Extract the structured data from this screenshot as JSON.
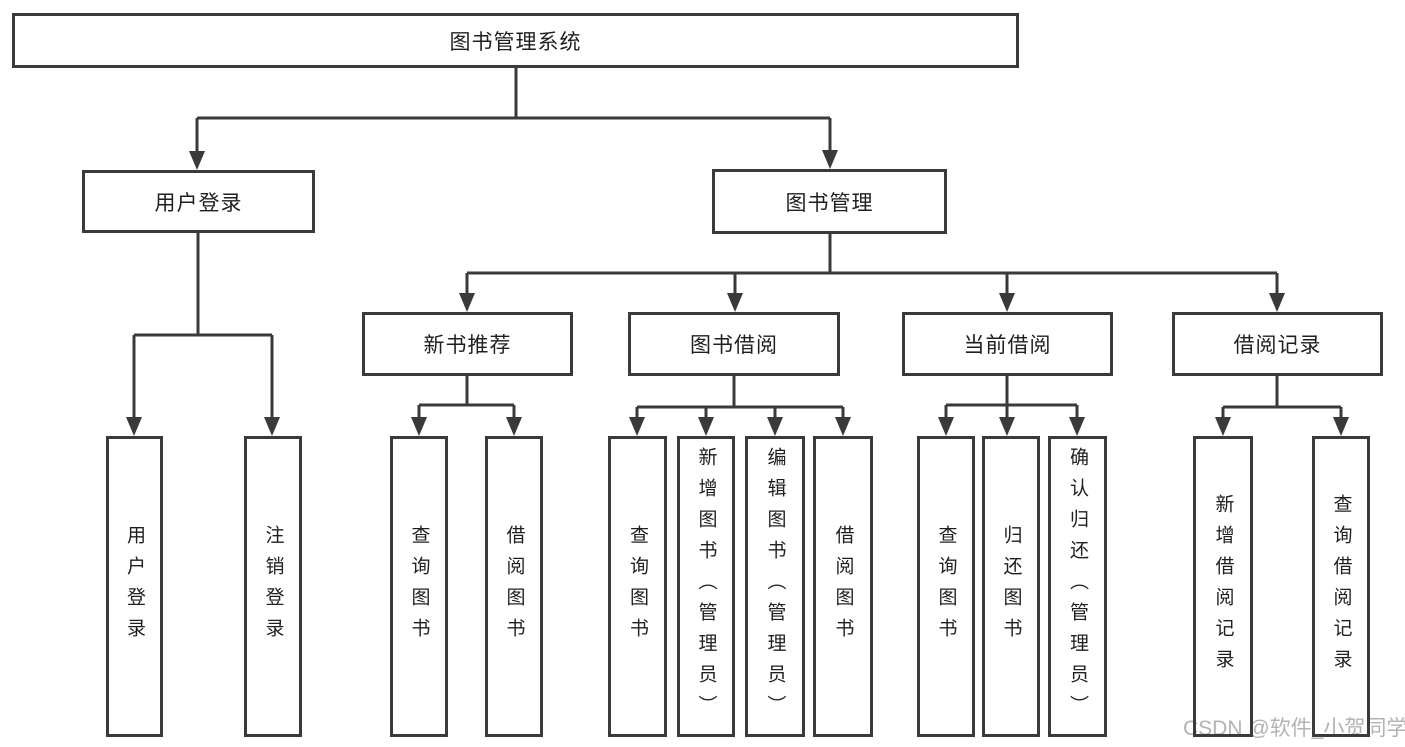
{
  "nodes": {
    "root": "图书管理系统",
    "userLogin": {
      "label": "用户登录",
      "children": [
        "用户登录",
        "注销登录"
      ]
    },
    "bookManagement": {
      "label": "图书管理"
    },
    "newBookRecommend": {
      "label": "新书推荐",
      "children": [
        "查询图书",
        "借阅图书"
      ]
    },
    "bookBorrow": {
      "label": "图书借阅",
      "children": [
        "查询图书",
        "新增图书（管理员）",
        "编辑图书（管理员）",
        "借阅图书"
      ]
    },
    "currentBorrow": {
      "label": "当前借阅",
      "children": [
        "查询图书",
        "归还图书",
        "确认归还（管理员）"
      ]
    },
    "borrowRecords": {
      "label": "借阅记录",
      "children": [
        "新增借阅记录",
        "查询借阅记录"
      ]
    }
  },
  "watermark": "CSDN @软件_小贺同学",
  "colors": {
    "line": "#3a3a3a",
    "text": "#1f1f1f",
    "watermark": "#b3b3b3",
    "background": "#ffffff"
  }
}
